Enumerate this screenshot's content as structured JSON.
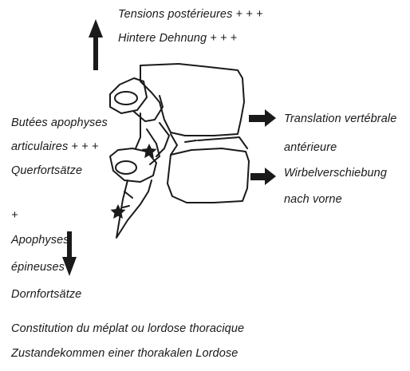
{
  "labels": {
    "tension_fr": "Tensions postérieures + + +",
    "tension_de": "Hintere Dehnung + + +",
    "facet_fr_1": "Butées apophyses",
    "facet_fr_2": "articulaires + + +",
    "facet_de": "Querfortsätze",
    "plus": "+",
    "spinous_fr_1": "Apophyses",
    "spinous_fr_2": "épineuses",
    "spinous_de": "Dornfortsätze",
    "translation_fr_1": "Translation vertébrale",
    "translation_fr_2": "antérieure",
    "translation_de_1": "Wirbelverschiebung",
    "translation_de_2": "nach vorne",
    "caption_fr": "Constitution du méplat ou lordose thoracique",
    "caption_de": "Zustandekommen einer thorakalen Lordose"
  },
  "icons": [
    "arrow-up-icon",
    "arrow-down-icon",
    "arrow-right-icon",
    "star-icon"
  ],
  "colors": {
    "ink": "#1a1a1a",
    "background": "#ffffff"
  }
}
